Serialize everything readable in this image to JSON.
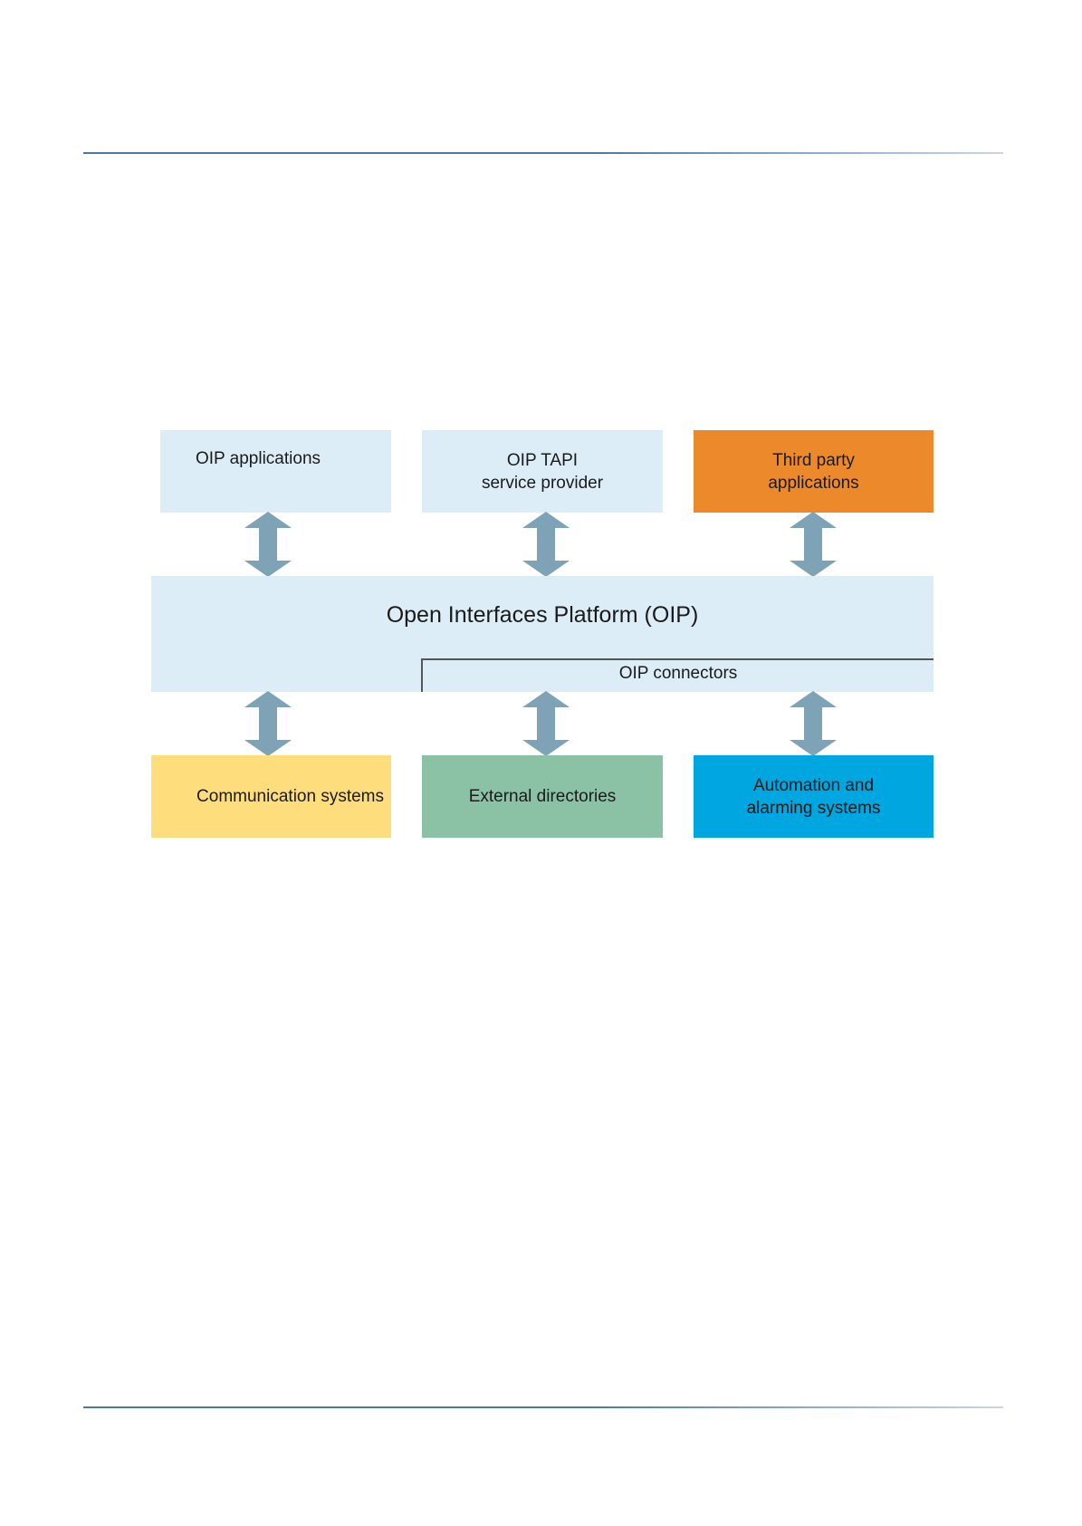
{
  "colors": {
    "rule": "#4a76ad",
    "light_box": "#ddedf7",
    "third_party": "#ec8a2b",
    "communication": "#fddd7c",
    "external": "#8bc2a6",
    "automation": "#00a6df",
    "arrow": "#7ea3b6"
  },
  "top_boxes": {
    "oip_applications": "OIP applications",
    "tapi": "OIP TAPI\nservice provider",
    "third_party": "Third party\napplications"
  },
  "platform": {
    "title": "Open Interfaces Platform (OIP)",
    "connectors": "OIP connectors"
  },
  "bottom_boxes": {
    "communication": "Communication systems",
    "external": "External directories",
    "automation": "Automation and\nalarming systems"
  }
}
